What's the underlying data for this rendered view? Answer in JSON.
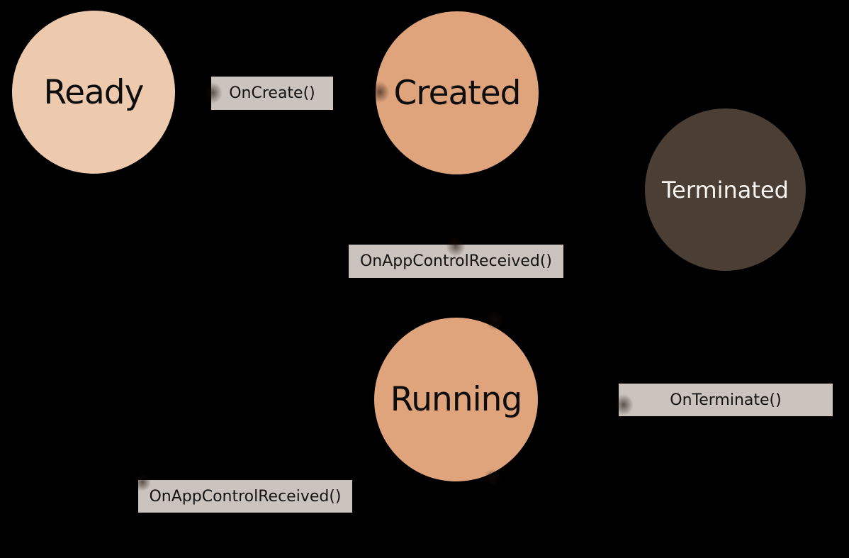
{
  "diagram": {
    "type": "state-diagram",
    "background_color": "#000000",
    "states": [
      {
        "id": "ready",
        "label": "Ready",
        "fill": "#edc9ae",
        "text_color": "#0d0d0d"
      },
      {
        "id": "created",
        "label": "Created",
        "fill": "#e0a47c",
        "text_color": "#0d0d0d"
      },
      {
        "id": "terminated",
        "label": "Terminated",
        "fill": "#4a3e35",
        "text_color": "#f7f4f1"
      },
      {
        "id": "running",
        "label": "Running",
        "fill": "#e0a47c",
        "text_color": "#0d0d0d"
      }
    ],
    "transitions": [
      {
        "id": "on-create",
        "label": "OnCreate()"
      },
      {
        "id": "on-app-control-received-1",
        "label": "OnAppControlReceived()"
      },
      {
        "id": "on-terminate",
        "label": "OnTerminate()"
      },
      {
        "id": "on-app-control-received-2",
        "label": "OnAppControlReceived()"
      }
    ],
    "label_style": {
      "background": "#cbc3bd",
      "text_color": "#141414"
    }
  }
}
